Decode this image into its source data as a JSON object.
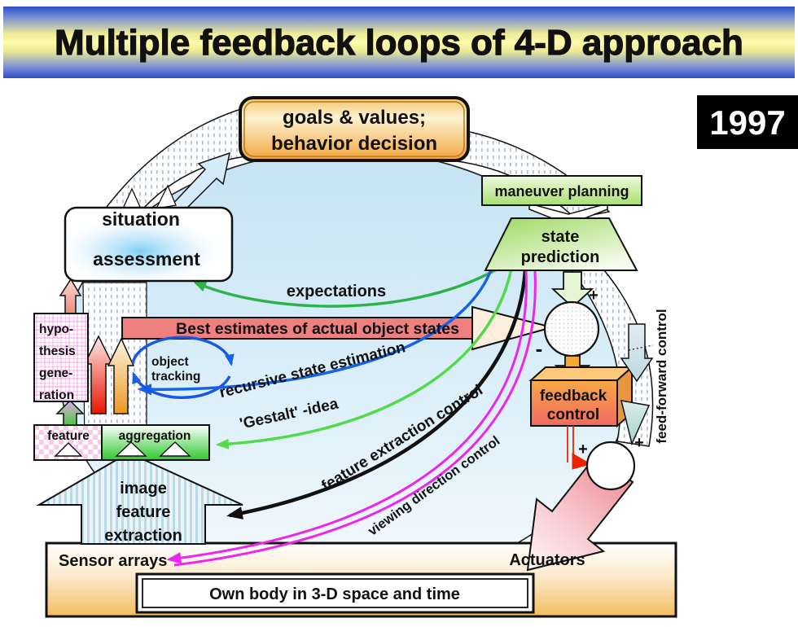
{
  "slide": {
    "title": "Multiple feedback loops of 4-D approach",
    "year": "1997"
  },
  "boxes": {
    "goals": {
      "line1": "goals & values;",
      "line2": "behavior decision"
    },
    "maneuver_planning": "maneuver planning",
    "state_prediction": {
      "line1": "state",
      "line2": "prediction"
    },
    "situation_assessment": {
      "line1": "situation",
      "line2": "assessment"
    },
    "hypothesis_generation": {
      "line1": "hypo-",
      "line2": "thesis",
      "line3": "gene-",
      "line4": "ration"
    },
    "feature": "feature",
    "aggregation": "aggregation",
    "object_tracking": {
      "line1": "object",
      "line2": "tracking"
    },
    "image_feature_extraction": {
      "line1": "image",
      "line2": "feature",
      "line3": "extraction"
    },
    "feedback_control": {
      "line1": "feedback",
      "line2": "control"
    },
    "sensor_arrays": "Sensor arrays",
    "actuators": "Actuators",
    "own_body": "Own body in 3-D space and time"
  },
  "arrows": {
    "expectations": "expectations",
    "best_estimates": "Best estimates of actual object states",
    "recursive_state_estimation": "recursive state estimation",
    "gestalt_idea": "'Gestalt' -idea",
    "feature_extraction_control": "feature extraction control",
    "viewing_direction_control": "viewing direction control",
    "feed_forward_control": "feed-forward control",
    "plus_state": "+",
    "minus_estimates": "-",
    "plus_feedback": "+",
    "plus_feedforward": "+"
  },
  "colors": {
    "title_blue": "#2e4cc4",
    "title_yellow": "#fdfbac",
    "goals_orange": "#f2a43c",
    "green_box": "#aade72",
    "red_band": "#ee8080",
    "blue_curve": "#1463e8",
    "green_expectations": "#2db34a",
    "green_gestalt": "#54d94a",
    "magenta_curve": "#ec26ec",
    "feedback_red": "#f06a62",
    "year_bg": "#000000",
    "ellipse_blue": "#c6e3f4"
  }
}
